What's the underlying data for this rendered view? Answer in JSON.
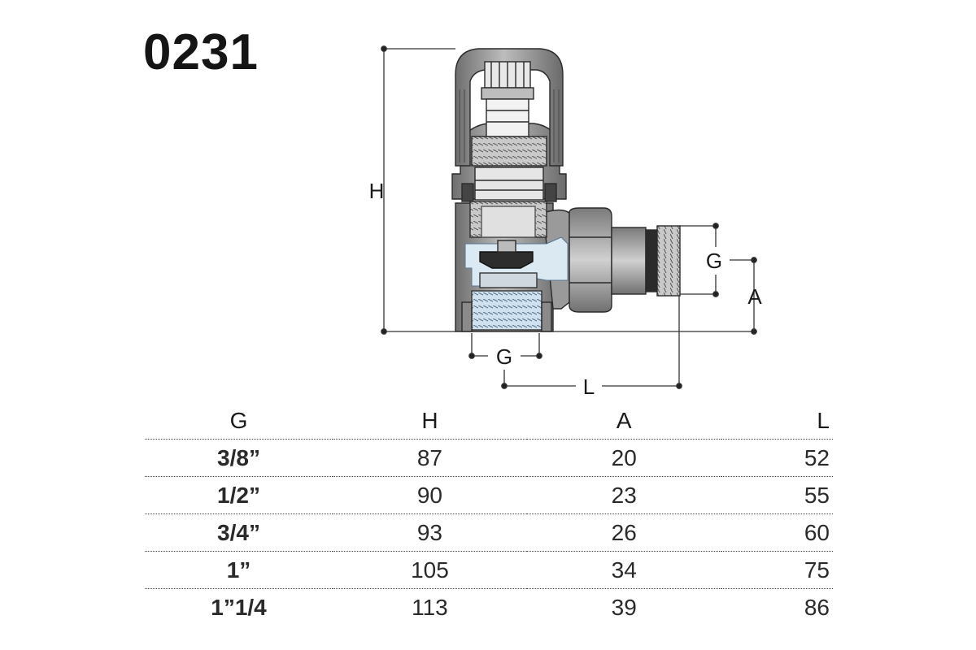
{
  "product_code": "0231",
  "dimension_labels": {
    "H": "H",
    "G_side": "G",
    "A": "A",
    "G_bottom": "G",
    "L": "L"
  },
  "table": {
    "headers": [
      "G",
      "H",
      "A",
      "L"
    ],
    "rows": [
      [
        "3/8”",
        "87",
        "20",
        "52"
      ],
      [
        "1/2”",
        "90",
        "23",
        "55"
      ],
      [
        "3/4”",
        "93",
        "26",
        "60"
      ],
      [
        "1”",
        "105",
        "34",
        "75"
      ],
      [
        "1”1/4",
        "113",
        "39",
        "86"
      ]
    ]
  },
  "colors": {
    "body_gray": "#8a8a8a",
    "light_gray": "#d6d6d6",
    "water_blue": "#dbe9f3",
    "dark": "#1a1a1a"
  }
}
